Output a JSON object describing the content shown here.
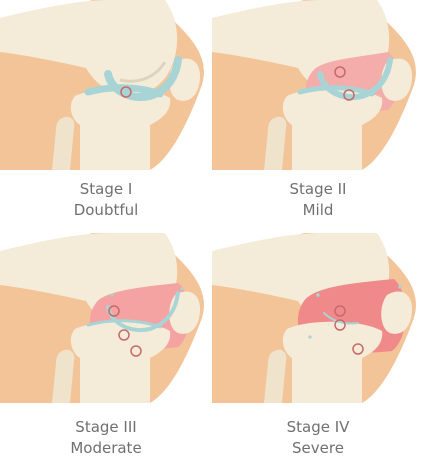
{
  "colors": {
    "skin": "#f2c498",
    "bone": "#f4ecd9",
    "bone_shadow": "#ddd3bf",
    "cartilage": "#a8d4d6",
    "inflammation_mild": "#f5adab",
    "inflammation_moderate": "#f4a2a2",
    "inflammation_severe": "#f08a8a",
    "marker": "#c96a6a",
    "caption_text": "#707070"
  },
  "stages": [
    {
      "stage": "Stage I",
      "grade": "Doubtful",
      "severity_level": 0
    },
    {
      "stage": "Stage II",
      "grade": "Mild",
      "severity_level": 1
    },
    {
      "stage": "Stage III",
      "grade": "Moderate",
      "severity_level": 2
    },
    {
      "stage": "Stage IV",
      "grade": "Severe",
      "severity_level": 3
    }
  ]
}
